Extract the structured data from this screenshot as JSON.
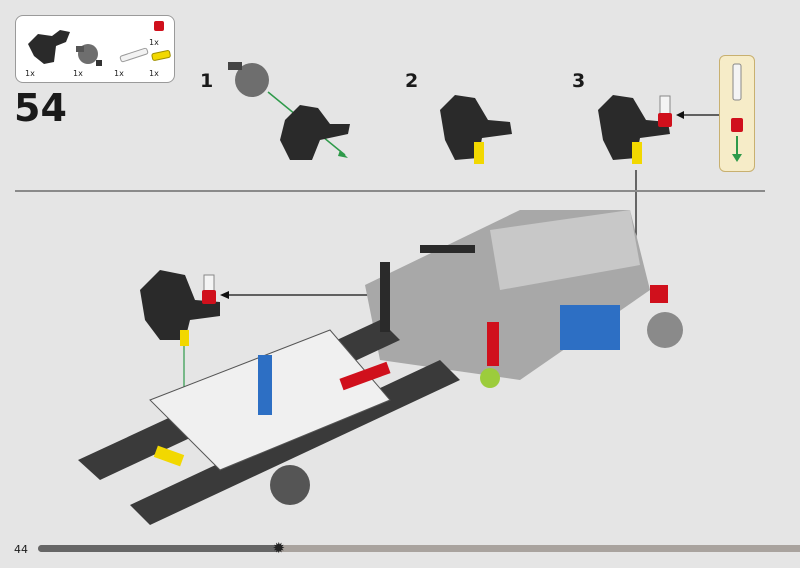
{
  "parts_list": {
    "items": [
      {
        "name": "steering-knuckle",
        "qty": "1x",
        "color": "#2a2a2a"
      },
      {
        "name": "hub-with-axle",
        "qty": "1x",
        "color": "#6e6e6e"
      },
      {
        "name": "axle-pin-white",
        "qty": "1x",
        "color": "#f2f2f2"
      },
      {
        "name": "bush-red",
        "qty": "1x",
        "color": "#d0101c"
      },
      {
        "name": "axle-pin-yellow",
        "qty": "1x",
        "color": "#f2d800"
      }
    ]
  },
  "step": {
    "number": "54"
  },
  "substeps": [
    {
      "number": "1"
    },
    {
      "number": "2"
    },
    {
      "number": "3"
    }
  ],
  "footer": {
    "page_number": "44",
    "progress": 0.316
  },
  "colors": {
    "background": "#e5e5e5",
    "dark_part": "#2a2a2a",
    "blue": "#2d6fc4",
    "red": "#d0101c",
    "yellow": "#f2d800",
    "green_arrow": "#2e9a4a"
  }
}
